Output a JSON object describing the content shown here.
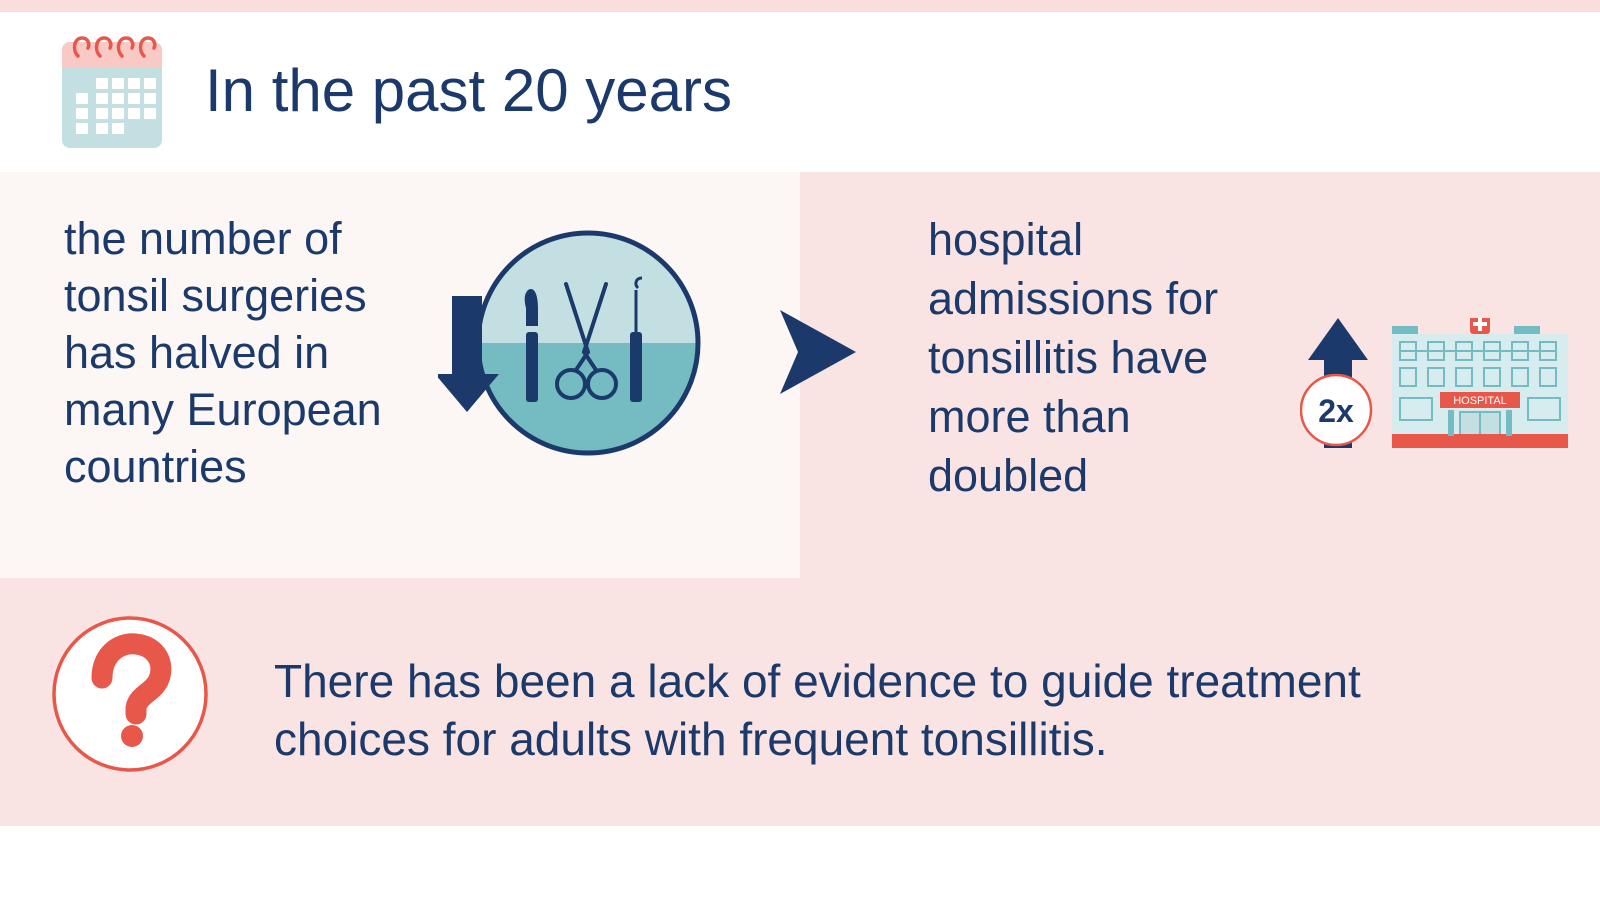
{
  "header": {
    "title": "In the past 20 years",
    "icon": "calendar-icon"
  },
  "left_stat": {
    "lines": [
      "the number of",
      "tonsil surgeries",
      "has halved in",
      "many European",
      "countries"
    ],
    "icon": "surgical-tools-down-arrow-icon"
  },
  "right_stat": {
    "lines": [
      "hospital",
      "admissions for",
      "tonsillitis have",
      "more than",
      "doubled"
    ],
    "icon": "hospital-up-arrow-icon",
    "badge": "2x",
    "sign": "HOSPITAL"
  },
  "bottom": {
    "lines": [
      "There has been a lack of evidence to guide treatment",
      "choices for adults with frequent tonsillitis."
    ],
    "icon": "question-mark-icon"
  },
  "colors": {
    "navy": "#1b3a6b",
    "coral": "#e8584a",
    "teal_light": "#c3dfe2",
    "teal": "#74bcc2",
    "pink_light": "#f9e4e3",
    "panel_light": "#fcf6f5"
  }
}
